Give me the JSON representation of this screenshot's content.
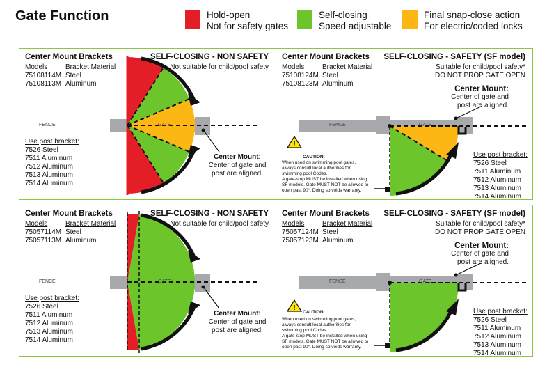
{
  "title": "Gate Function",
  "legend": [
    {
      "color": "#e41e26",
      "line1": "Hold-open",
      "line2": "Not for safety gates"
    },
    {
      "color": "#6cc52a",
      "line1": "Self-closing",
      "line2": "Speed adjustable"
    },
    {
      "color": "#fcb715",
      "line1": "Final snap-close action",
      "line2": "For electric/coded locks"
    }
  ],
  "colors": {
    "red": "#e41e26",
    "green": "#6cc52a",
    "orange": "#fcb715",
    "border": "#8dc63f",
    "gray": "#a7a9ac"
  },
  "panels": [
    {
      "heading": "Center Mount Brackets",
      "models_label": "Models",
      "material_label": "Bracket Material",
      "models": [
        {
          "code": "75108114M",
          "material": "Steel"
        },
        {
          "code": "75108113M",
          "material": "Aluminum"
        }
      ],
      "mode": "SELF-CLOSING - NON SAFETY",
      "note1": "Not suitable for child/pool safety",
      "note2": "",
      "fence": "FENCE",
      "gate": "GATE",
      "post_heading": "Use post bracket:",
      "posts": [
        "7526 Steel",
        "7511 Aluminum",
        "7512 Aluminum",
        "7513 Aluminum",
        "7514 Aluminum"
      ],
      "center_mount": [
        "Center Mount:",
        "Center of gate and",
        "post are aligned."
      ]
    },
    {
      "heading": "Center Mount Brackets",
      "models_label": "Models",
      "material_label": "Bracket Material",
      "models": [
        {
          "code": "75108124M",
          "material": "Steel"
        },
        {
          "code": "75108123M",
          "material": "Aluminum"
        }
      ],
      "mode": "SELF-CLOSING - SAFETY (SF model)",
      "note1": "Suitable for child/pool safety*",
      "note2": "DO NOT PROP GATE OPEN",
      "fence": "FENCE",
      "gate": "GATE",
      "post_heading": "Use post bracket:",
      "posts": [
        "7526 Steel",
        "7511 Aluminum",
        "7512 Aluminum",
        "7513 Aluminum",
        "7514 Aluminum"
      ],
      "center_mount": [
        "Center Mount:",
        "Center of gate and",
        "post are aligned."
      ],
      "caution_title": "CAUTION:",
      "caution_lines": [
        "When used on swimming pool gates,",
        "always consult local authorities for",
        "swimming pool Codes.",
        "A gate-stop MUST be installed when using",
        "SF models. Gate MUST NOT be allowed to",
        "open past 90°. Doing so voids warranty."
      ]
    },
    {
      "heading": "Center Mount Brackets",
      "models_label": "Models",
      "material_label": "Bracket Material",
      "models": [
        {
          "code": "75057114M",
          "material": "Steel"
        },
        {
          "code": "75057113M",
          "material": "Aluminum"
        }
      ],
      "mode": "SELF-CLOSING - NON SAFETY",
      "note1": "Not suitable for child/pool safety",
      "note2": "",
      "fence": "FENCE",
      "gate": "GATE",
      "post_heading": "Use post bracket:",
      "posts": [
        "7526 Steel",
        "7511 Aluminum",
        "7512 Aluminum",
        "7513 Aluminum",
        "7514 Aluminum"
      ],
      "center_mount": [
        "Center Mount:",
        "Center of gate and",
        "post are aligned."
      ]
    },
    {
      "heading": "Center Mount Brackets",
      "models_label": "Models",
      "material_label": "Bracket Material",
      "models": [
        {
          "code": "75057124M",
          "material": "Steel"
        },
        {
          "code": "75057123M",
          "material": "Aluminum"
        }
      ],
      "mode": "SELF-CLOSING - SAFETY (SF model)",
      "note1": "Suitable for child/pool safety*",
      "note2": "DO NOT PROP GATE OPEN",
      "fence": "FENCE",
      "gate": "GATE",
      "post_heading": "Use post bracket:",
      "posts": [
        "7526 Steel",
        "7511 Aluminum",
        "7512 Aluminum",
        "7513 Aluminum",
        "7514 Aluminum"
      ],
      "center_mount": [
        "Center Mount:",
        "Center of gate and",
        "post are aligned."
      ],
      "caution_title": "CAUTION:",
      "caution_lines": [
        "When used on swimming pool gates,",
        "always consult local authorities for",
        "swimming pool Codes.",
        "A gate-stop MUST be installed when using",
        "SF models. Gate MUST NOT be allowed to",
        "open past 90°. Doing so voids warranty."
      ]
    }
  ]
}
